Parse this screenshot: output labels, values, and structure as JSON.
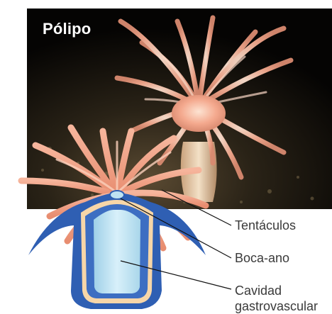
{
  "title": "Pólipo",
  "labels": {
    "tentacles": "Tentáculos",
    "mouth": "Boca-ano",
    "cavity_line1": "Cavidad",
    "cavity_line2": "gastrovascular"
  },
  "colors": {
    "photo_background": "#0b0805",
    "tentacle": "#f4a98e",
    "body_outer": "#2f5fb3",
    "body_wall": "#f7d6a8",
    "cavity": "#bfe3f2",
    "leader_line": "#111111"
  }
}
